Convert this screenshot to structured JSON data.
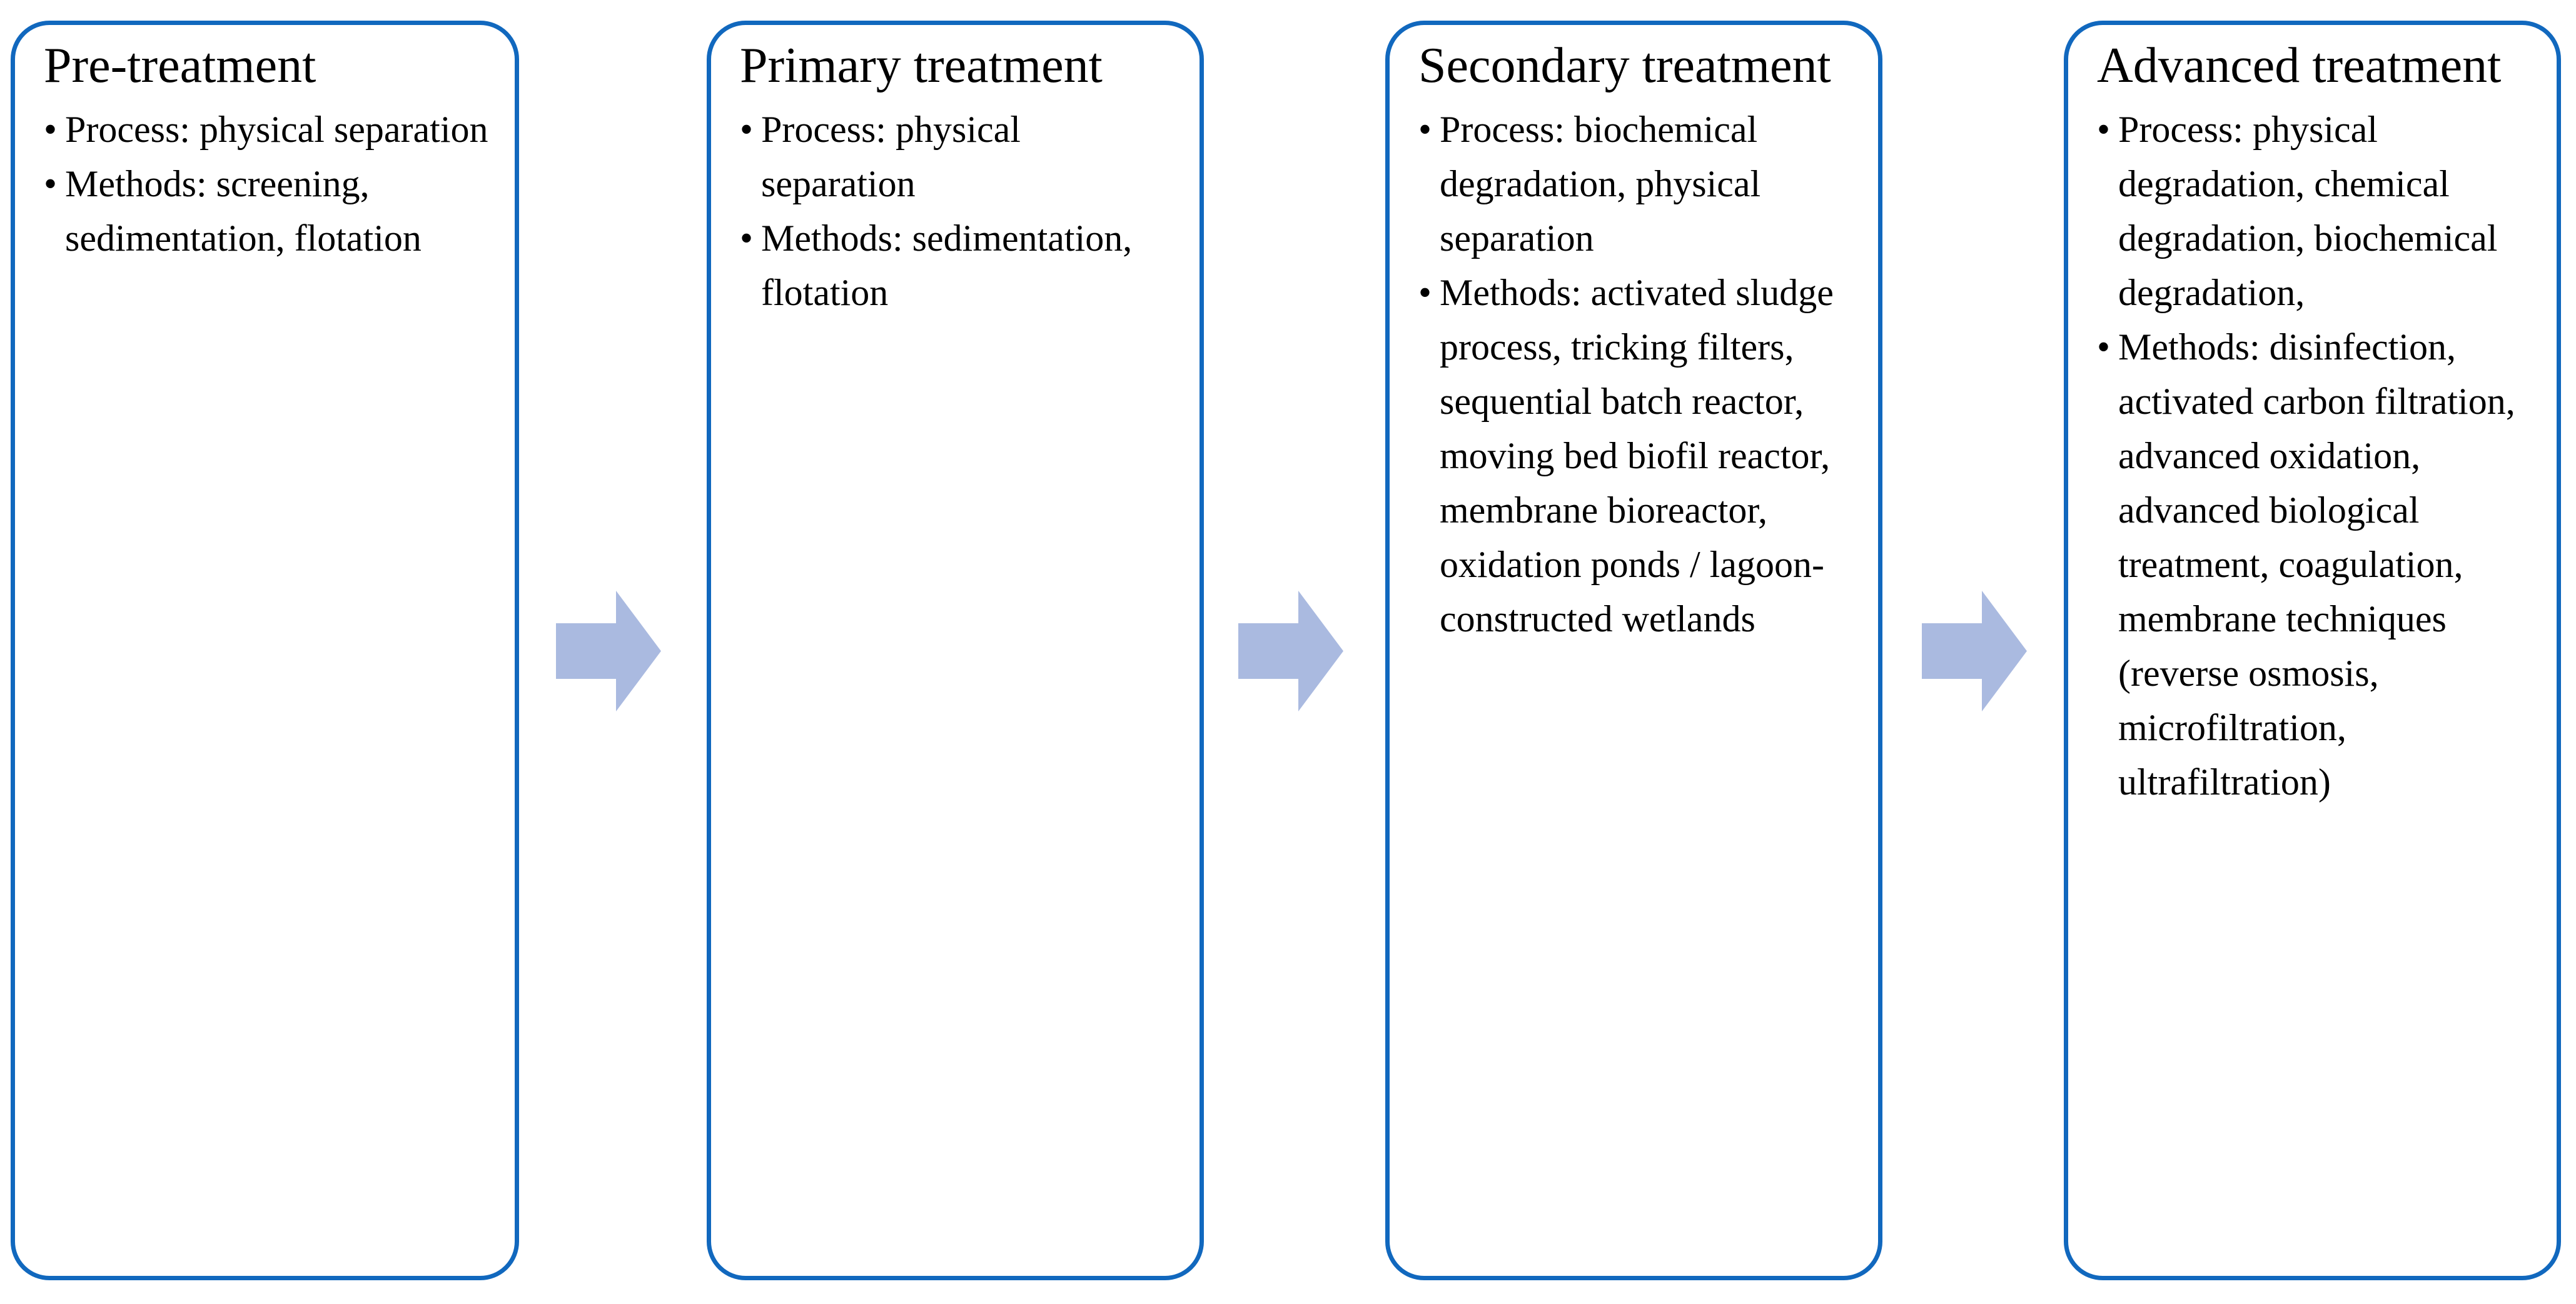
{
  "diagram": {
    "type": "process-flow",
    "orientation": "horizontal",
    "colors": {
      "box_border": "#1168BE",
      "box_fill": "#FFFFFF",
      "arrow_fill": "#AABAE0",
      "text": "#000000"
    },
    "arrows": [
      {
        "name": "arrow-1",
        "icon": "right-arrow-icon",
        "from": "Pre-treatment",
        "to": "Primary treatment"
      },
      {
        "name": "arrow-2",
        "icon": "right-arrow-icon",
        "from": "Primary treatment",
        "to": "Secondary treatment"
      },
      {
        "name": "arrow-3",
        "icon": "right-arrow-icon",
        "from": "Secondary treatment",
        "to": "Advanced treatment"
      }
    ],
    "stages": [
      {
        "title": "Pre-treatment",
        "bullets": [
          "Process: physical separation",
          "Methods: screening, sedimentation, flotation"
        ]
      },
      {
        "title": "Primary treatment",
        "bullets": [
          "Process: physical separation",
          "Methods: sedimentation, flotation"
        ]
      },
      {
        "title": "Secondary treatment",
        "bullets": [
          "Process: biochemical degradation, physical separation",
          "Methods: activated sludge process, tricking filters, sequential batch reactor, moving bed biofil reactor, membrane bioreactor, oxidation ponds / lagoon-constructed wetlands"
        ]
      },
      {
        "title": "Advanced treatment",
        "bullets": [
          "Process: physical degradation, chemical degradation, biochemical degradation,",
          "Methods: disinfection, activated carbon filtration, advanced oxidation, advanced biological treatment, coagulation, membrane techniques (reverse osmosis, microfiltration, ultrafiltration)"
        ]
      }
    ],
    "bullet_glyph": "•"
  }
}
